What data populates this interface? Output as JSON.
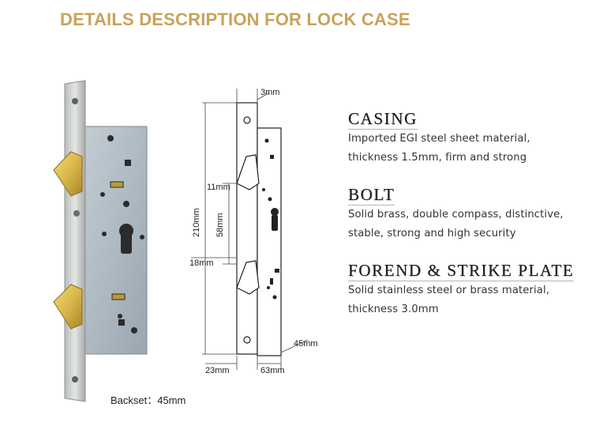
{
  "header": {
    "title": "DETAILS DESCRIPTION FOR LOCK CASE"
  },
  "photo": {
    "backset_label": "Backset：45mm"
  },
  "drawing": {
    "dims": {
      "top_thickness": "3mm",
      "height_total": "210mm",
      "latch_offset": "11mm",
      "spacing": "58mm",
      "lower_offset": "18mm",
      "case_depth": "45mm",
      "forend_width": "23mm",
      "case_width": "63mm"
    }
  },
  "specs": [
    {
      "title": "CASING",
      "lines": [
        "Imported EGI steel sheet material,",
        "thickness 1.5mm, firm and strong"
      ]
    },
    {
      "title": "BOLT",
      "lines": [
        "Solid brass, double compass, distinctive,",
        "stable, strong and high security"
      ]
    },
    {
      "title": "FOREND & STRIKE PLATE",
      "lines": [
        "Solid stainless steel or brass material,",
        "thickness 3.0mm"
      ]
    }
  ],
  "colors": {
    "title_gold": "#c9a25a",
    "brass": "#d9b84a",
    "steel": "#a9b3bc"
  }
}
